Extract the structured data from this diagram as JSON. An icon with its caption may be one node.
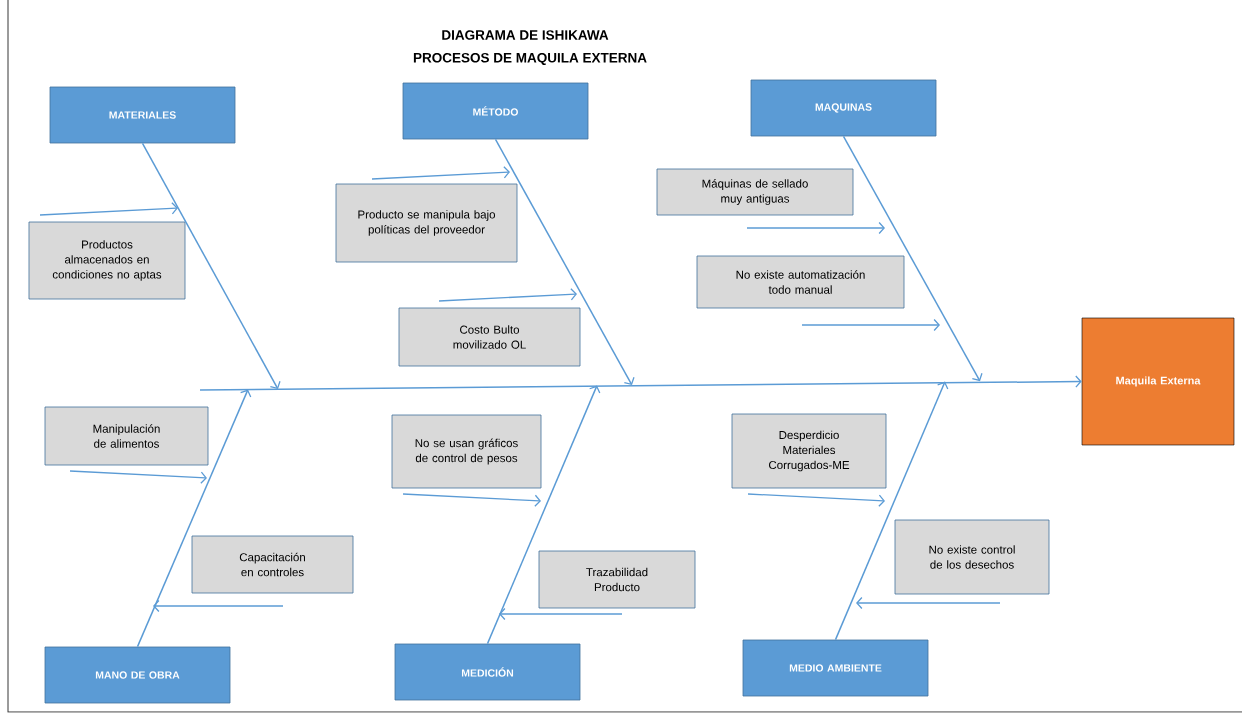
{
  "diagram": {
    "title": "DIAGRAMA DE ISHIKAWA",
    "nodes": [
      {
        "text": [
          "MATERIALES"
        ]
      },
      {
        "text": [
          "MÉTODO"
        ]
      },
      {
        "text": [
          "MAQUINAS"
        ]
      },
      {
        "text": [
          "MANO DE OBRA"
        ]
      },
      {
        "text": [
          "MEDICIÓN"
        ]
      },
      {
        "text": [
          "MEDIO AMBIENTE"
        ]
      },
      {
        "text": [
          "Productos almacenados en condiciones no aptas"
        ]
      },
      {
        "text": [
          "Producto se manipula bajo políticas del proveedor"
        ]
      },
      {
        "text": [
          "Costo Bulto movilizado OL"
        ]
      },
      {
        "text": [
          "Máquinas de sellado muy antiguas"
        ]
      },
      {
        "text": [
          "No existe automatización todo manual"
        ]
      },
      {
        "text": [
          "Manipulación de alimentos"
        ]
      },
      {
        "text": [
          "Capacitación en controles"
        ]
      },
      {
        "text": [
          "No se usan gráficos de control de pesos"
        ]
      },
      {
        "text": [
          "Trazabilidad Producto"
        ]
      },
      {
        "text": [
          "Desperdicio Materiales Corrugados-ME"
        ]
      },
      {
        "text": [
          "No existe control de los desechos"
        ]
      },
      {
        "text": [
          "Maquila Externa"
        ]
      }
    ],
    "edges": [
      {
        "from": null,
        "to": 17,
        "arrow": "to"
      },
      {
        "from": 0,
        "to": null,
        "arrow": "to"
      },
      {
        "from": 1,
        "to": null,
        "arrow": "to"
      },
      {
        "from": 2,
        "to": null,
        "arrow": "to"
      },
      {
        "from": 3,
        "to": null,
        "arrow": "to"
      },
      {
        "from": 4,
        "to": null,
        "arrow": "to"
      },
      {
        "from": 5,
        "to": null,
        "arrow": "to"
      },
      {
        "from": 6,
        "to": null,
        "arrow": "to"
      },
      {
        "from": 7,
        "to": null,
        "arrow": "to"
      },
      {
        "from": 8,
        "to": null,
        "arrow": "to"
      },
      {
        "from": 9,
        "to": null,
        "arrow": "to"
      },
      {
        "from": 10,
        "to": null,
        "arrow": "to"
      },
      {
        "from": 11,
        "to": null,
        "arrow": "to"
      },
      {
        "from": 12,
        "to": null,
        "arrow": "to"
      },
      {
        "from": 13,
        "to": null,
        "arrow": "to"
      },
      {
        "from": 14,
        "to": null,
        "arrow": "to"
      },
      {
        "from": 15,
        "to": null,
        "arrow": "to"
      },
      {
        "from": 16,
        "to": null,
        "arrow": "to"
      }
    ],
    "labels": [
      "PROCESOS DE MAQUILA EXTERNA"
    ]
  }
}
